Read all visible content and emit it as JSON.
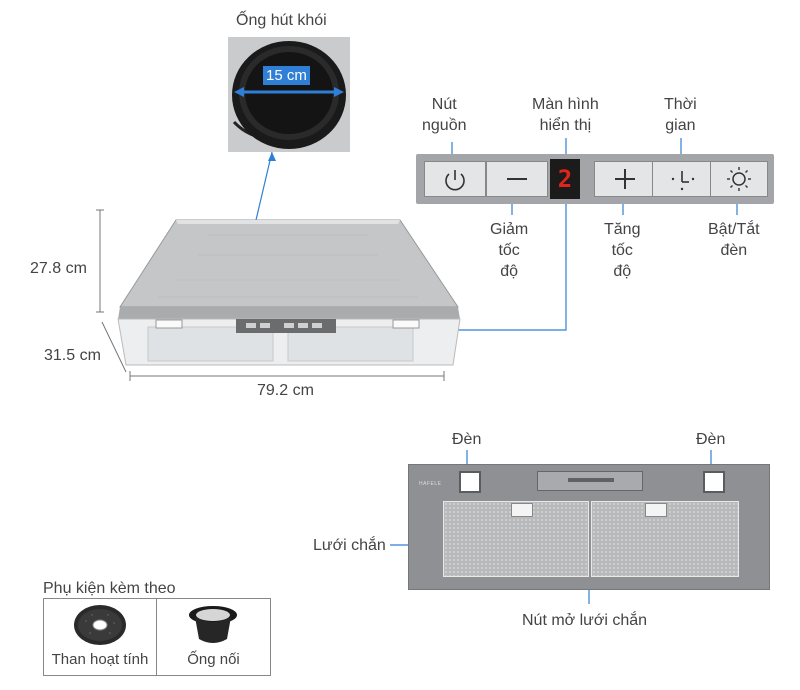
{
  "duct": {
    "title": "Ống hút khói",
    "diameter": "15 cm"
  },
  "dimensions": {
    "height": "27.8 cm",
    "depth": "31.5 cm",
    "width": "79.2 cm"
  },
  "control_panel": {
    "power": [
      "Nút",
      "nguồn"
    ],
    "display": [
      "Màn hình",
      "hiển thị"
    ],
    "timer": [
      "Thời",
      "gian"
    ],
    "speed_down": [
      "Giảm",
      "tốc",
      "độ"
    ],
    "speed_up": [
      "Tăng",
      "tốc",
      "độ"
    ],
    "light": [
      "Bật/Tắt",
      "đèn"
    ],
    "display_digit": "2"
  },
  "bottom_view": {
    "light_left": "Đèn",
    "light_right": "Đèn",
    "filter": "Lưới chắn",
    "filter_release": "Nút mở lưới chắn",
    "brand": "HAFELE"
  },
  "accessories": {
    "title": "Phụ kiện kèm theo",
    "items": [
      {
        "label": "Than hoạt tính",
        "icon": "carbon-filter-icon"
      },
      {
        "label": "Ống nối",
        "icon": "connector-ring-icon"
      }
    ]
  }
}
